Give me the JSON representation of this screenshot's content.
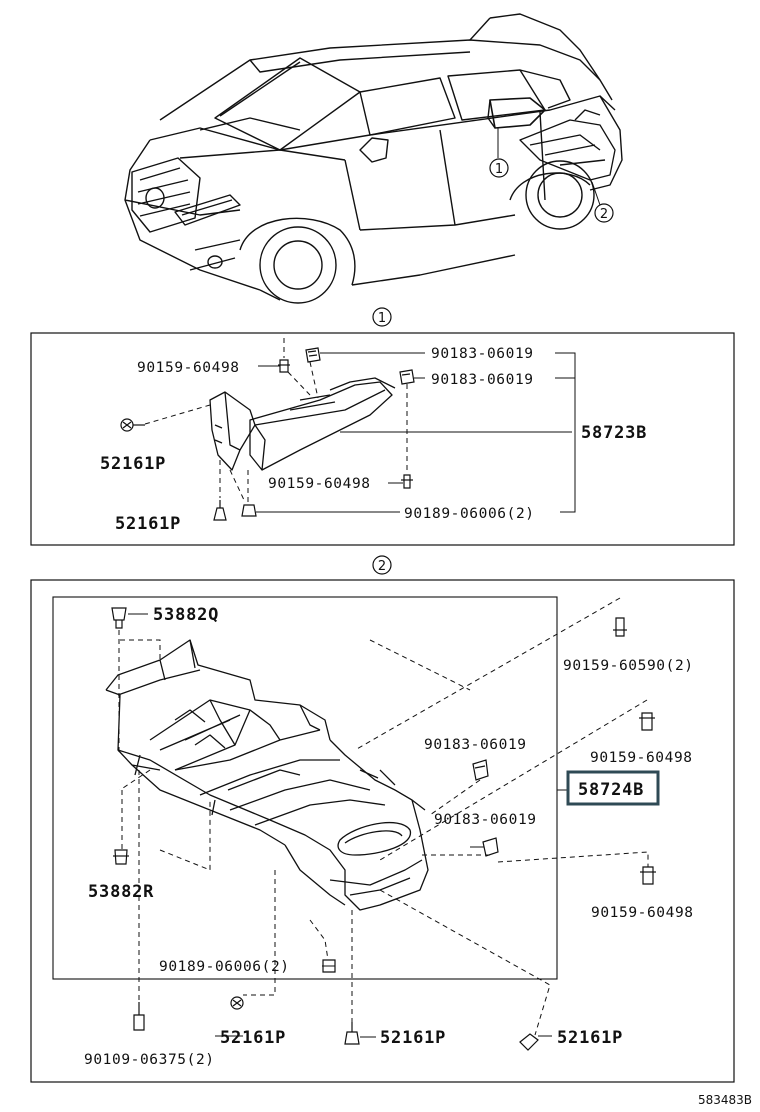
{
  "diagram": {
    "callout_1": "1",
    "callout_2": "2",
    "section1": {
      "marker": "1",
      "parts": {
        "p_90159_60498_a": "90159-60498",
        "p_90183_06019_a": "90183-06019",
        "p_90183_06019_b": "90183-06019",
        "p_58723B": "58723B",
        "p_52161P_a": "52161P",
        "p_90159_60498_b": "90159-60498",
        "p_52161P_b": "52161P",
        "p_90189_06006": "90189-06006(2)"
      }
    },
    "section2": {
      "marker": "2",
      "parts": {
        "p_53882Q": "53882Q",
        "p_90159_60590": "90159-60590(2)",
        "p_90183_06019_c": "90183-06019",
        "p_90159_60498_c": "90159-60498",
        "p_58724B": "58724B",
        "p_90183_06019_d": "90183-06019",
        "p_53882R": "53882R",
        "p_90159_60498_d": "90159-60498",
        "p_90189_06006": "90189-06006(2)",
        "p_52161P_c": "52161P",
        "p_52161P_d": "52161P",
        "p_52161P_e": "52161P",
        "p_90109_06375": "90109-06375(2)"
      }
    },
    "diagram_code": "583483B",
    "highlight_color": "#2f4a55"
  }
}
